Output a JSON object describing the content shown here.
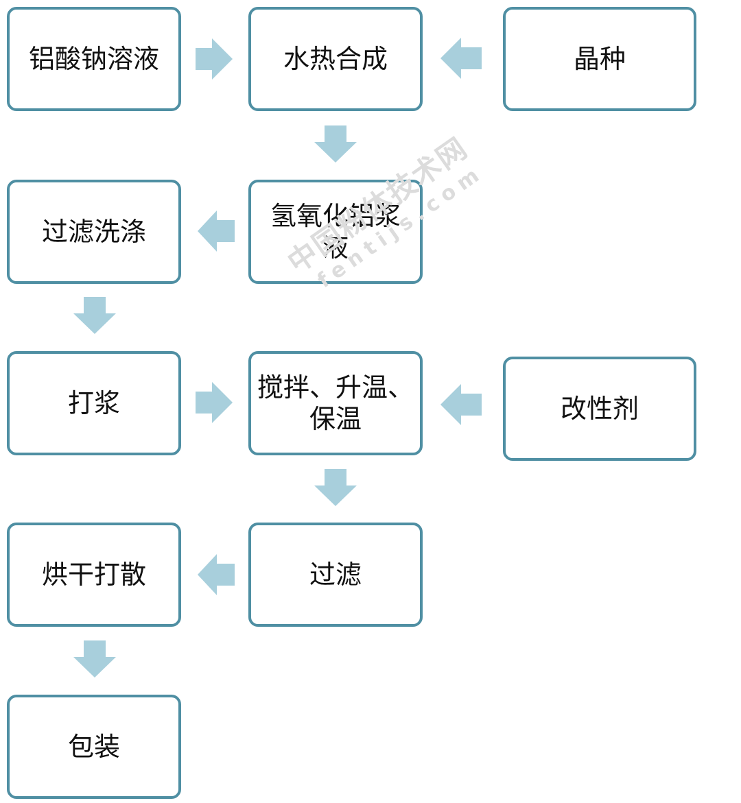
{
  "steps": {
    "sodium_aluminate": "铝酸钠溶液",
    "hydrothermal": "水热合成",
    "seed_crystal": "晶种",
    "filter_wash": "过滤洗涤",
    "aluminum_hydroxide_slurry": "氢氧化铝浆液",
    "pulping": "打浆",
    "stir_heat_hold": "搅拌、升温、保温",
    "modifier": "改性剂",
    "dry_disperse": "烘干打散",
    "filter": "过滤",
    "packaging": "包装"
  },
  "watermark": {
    "cn": "中国粉体技术网",
    "en": "fentijs.com"
  },
  "colors": {
    "box_border": "#4f8fa3",
    "arrow_fill": "#a8cfdc",
    "watermark": "#dcdcdc"
  }
}
